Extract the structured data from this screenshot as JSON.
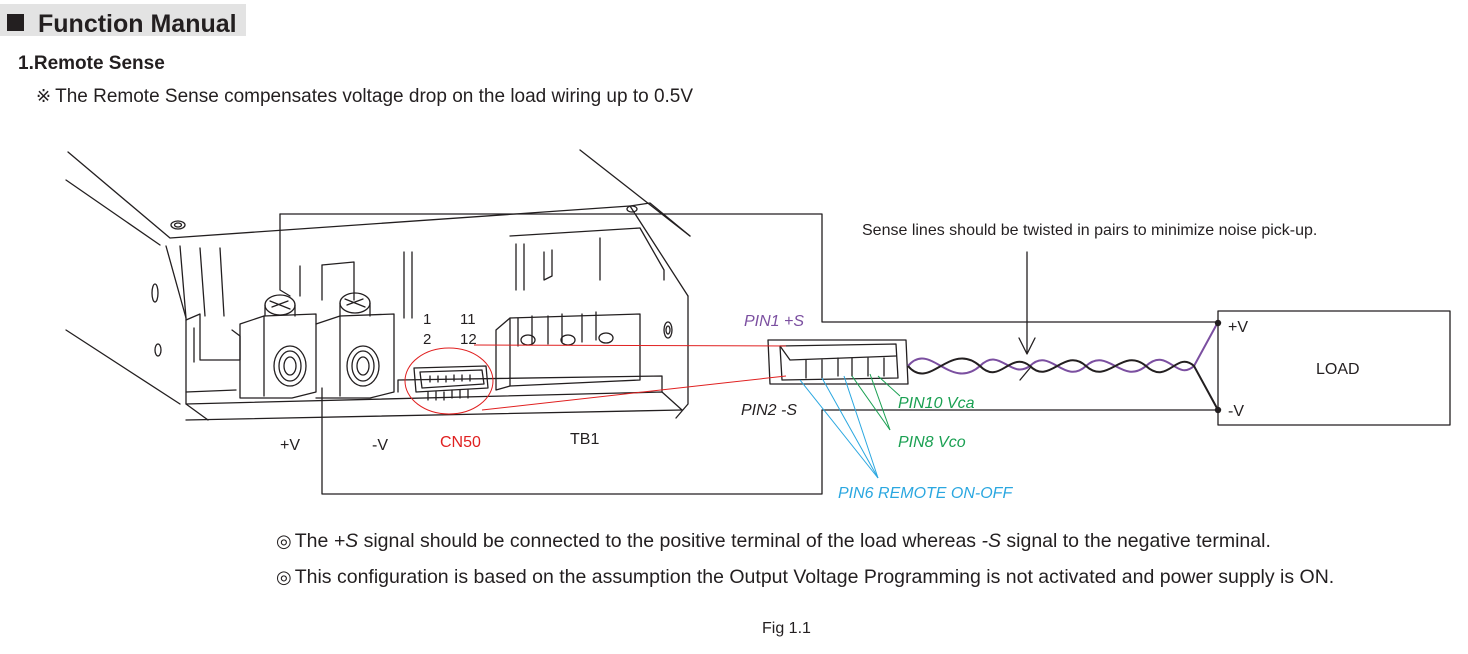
{
  "section": {
    "title": "Function Manual"
  },
  "subsection": {
    "title": "1.Remote Sense"
  },
  "note": {
    "mark": "※",
    "text": "The Remote Sense compensates voltage drop on the load wiring up to 0.5V"
  },
  "diagram": {
    "twist_note": "Sense lines should be twisted in pairs to minimize noise pick-up.",
    "terminal_pos": "+V",
    "terminal_neg": "-V",
    "connector": "CN50",
    "terminal_block": "TB1",
    "pin_top_left": "1",
    "pin_bottom_left": "2",
    "pin_top_right": "11",
    "pin_bottom_right": "12",
    "pin1": "PIN1 +S",
    "pin2": "PIN2 -S",
    "pin10": "PIN10 Vca",
    "pin8": "PIN8 Vco",
    "pin6": "PIN6 REMOTE ON-OFF",
    "load": "LOAD",
    "load_pos": "+V",
    "load_neg": "-V",
    "colors": {
      "sense": "#7b4fa0",
      "remote": "#2aa7e0",
      "control": "#1aa052",
      "connector": "#e02020"
    }
  },
  "bullets": [
    {
      "symbol": "◎",
      "pre": "The ",
      "s1": "+S",
      "mid": " signal should be connected to the positive terminal of the load whereas ",
      "s2": "-S",
      "post": " signal to the negative terminal."
    },
    {
      "symbol": "◎",
      "text": "This configuration is based on the assumption the Output Voltage Programming is not activated and power supply is ON."
    }
  ],
  "caption": "Fig 1.1"
}
